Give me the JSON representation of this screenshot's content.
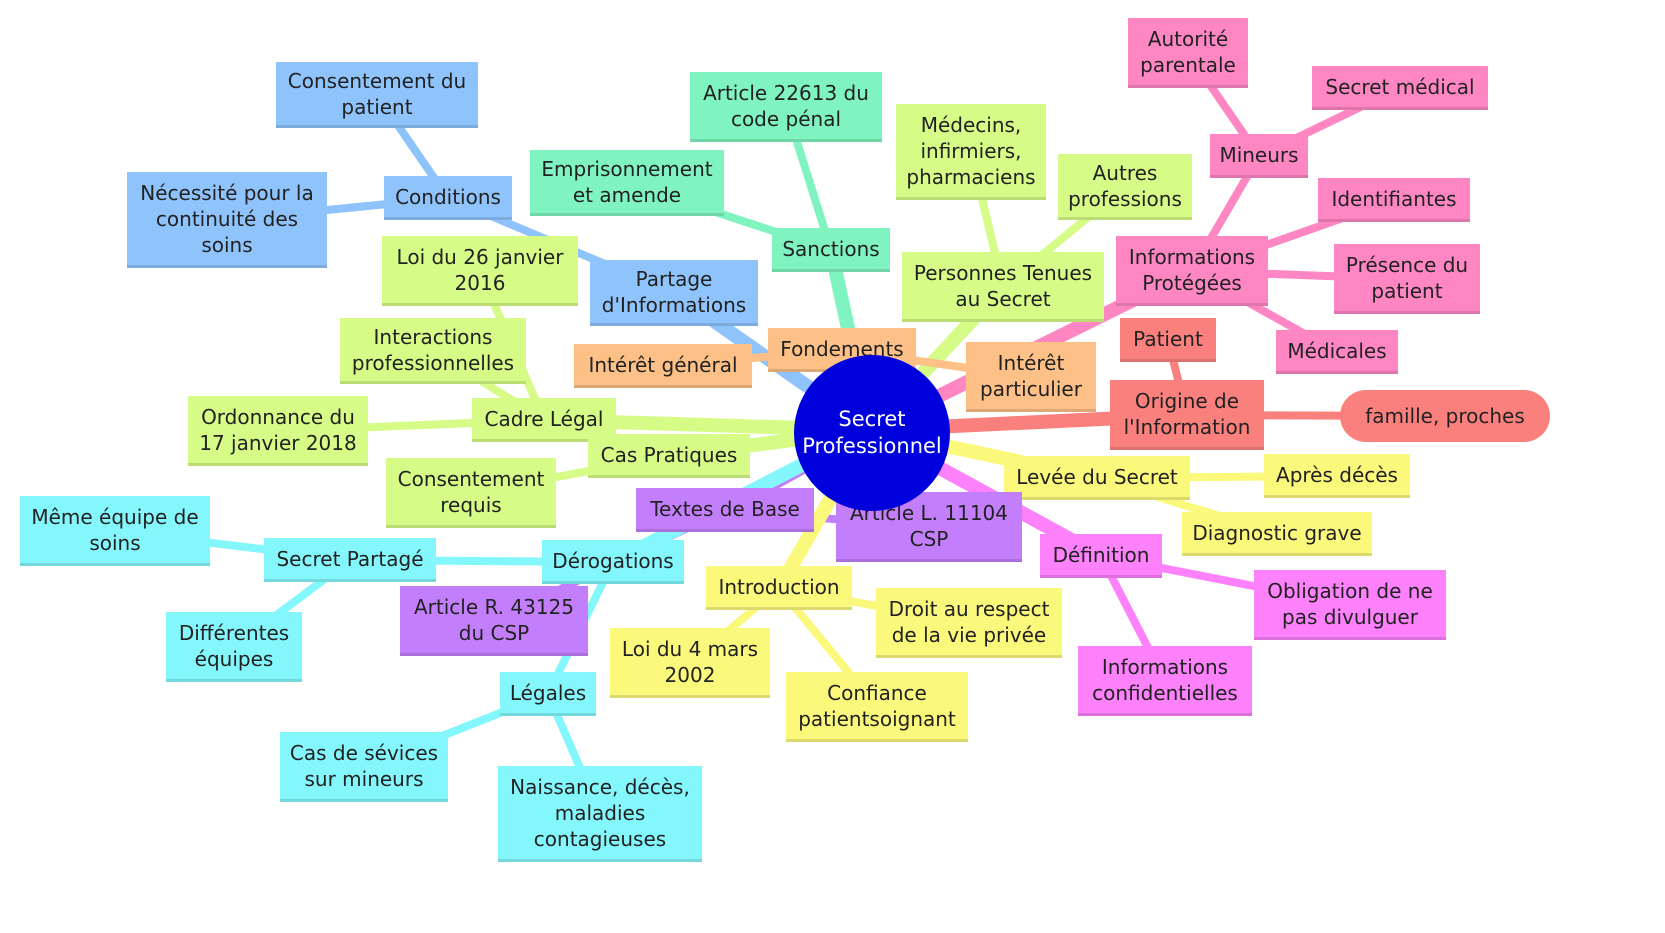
{
  "root": {
    "label": "Secret\nProfessionnel",
    "color": "#0000dd"
  },
  "colors": {
    "blue": "#8fc3fb",
    "green": "#80f4c0",
    "lime": "#d6fb86",
    "pink": "#fd86c3",
    "orange": "#fdc087",
    "red": "#fa807e",
    "yellow": "#fbf97c",
    "magenta": "#fc81fb",
    "purple": "#c37ffb",
    "cyan": "#84f7fc"
  },
  "branches": {
    "partage": {
      "label": "Partage\nd'Informations",
      "conditions": {
        "label": "Conditions",
        "items": [
          "Consentement du\npatient",
          "Nécessité pour la\ncontinuité des\nsoins"
        ]
      }
    },
    "sanctions": {
      "label": "Sanctions",
      "items": [
        "Article 22613 du\ncode pénal",
        "Emprisonnement\net amende"
      ]
    },
    "personnes": {
      "label": "Personnes Tenues\nau Secret",
      "items": [
        "Médecins,\ninfirmiers,\npharmaciens",
        "Autres\nprofessions"
      ]
    },
    "informations": {
      "label": "Informations\nProtégées",
      "mineurs": {
        "label": "Mineurs",
        "items": [
          "Autorité\nparentale",
          "Secret médical"
        ]
      },
      "items": [
        "Identifiantes",
        "Présence du\npatient",
        "Médicales"
      ]
    },
    "fondements": {
      "label": "Fondements",
      "items": [
        "Intérêt général",
        "Intérêt\nparticulier"
      ]
    },
    "origine": {
      "label": "Origine de\nl'Information",
      "items": [
        "Patient",
        "famille, proches"
      ]
    },
    "cadre": {
      "label": "Cadre Légal",
      "items": [
        "Loi du 26 janvier\n2016",
        "Interactions\nprofessionnelles",
        "Ordonnance du\n17 janvier 2018"
      ]
    },
    "cas": {
      "label": "Cas Pratiques",
      "items": [
        "Consentement\nrequis"
      ]
    },
    "levee": {
      "label": "Levée du Secret",
      "items": [
        "Après décès",
        "Diagnostic grave"
      ]
    },
    "textes": {
      "label": "Textes de Base",
      "items": [
        "Article L. 11104\nCSP",
        "Article R. 43125\ndu CSP"
      ]
    },
    "definition": {
      "label": "Définition",
      "items": [
        "Obligation de ne\npas divulguer",
        "Informations\nconfidentielles"
      ]
    },
    "derogations": {
      "label": "Dérogations",
      "partage": {
        "label": "Secret Partagé",
        "items": [
          "Même équipe de\nsoins",
          "Différentes\néquipes"
        ]
      },
      "legales": {
        "label": "Légales",
        "items": [
          "Cas de sévices\nsur mineurs",
          "Naissance, décès,\nmaladies\ncontagieuses"
        ]
      }
    },
    "introduction": {
      "label": "Introduction",
      "items": [
        "Droit au respect\nde la vie privée",
        "Loi du 4 mars\n2002",
        "Confiance\npatientsoignant"
      ]
    }
  }
}
